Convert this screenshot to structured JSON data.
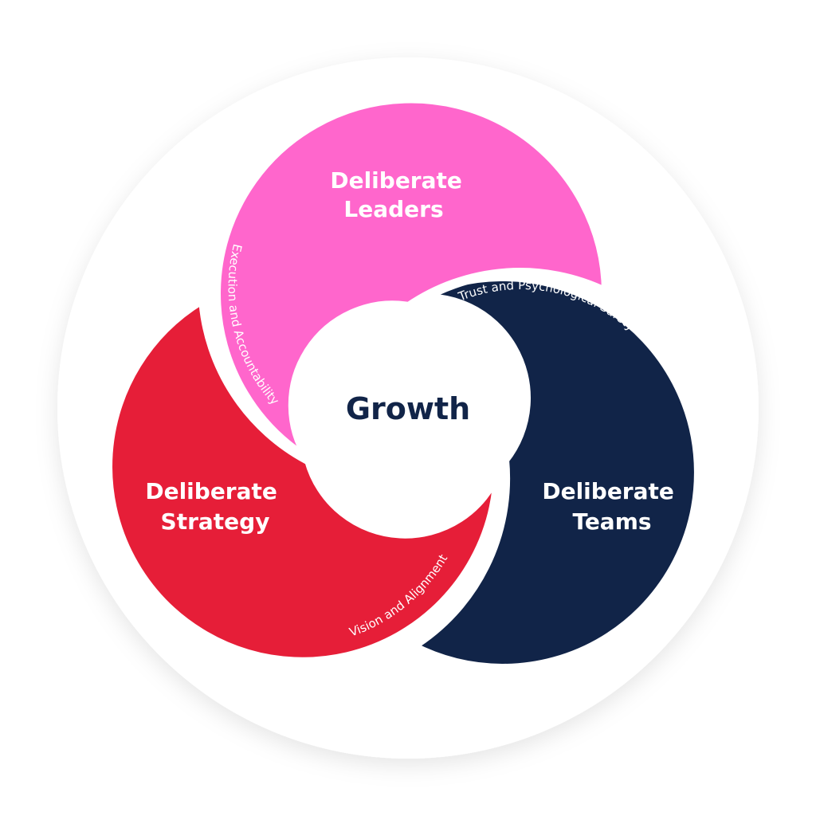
{
  "center": {
    "label": "Growth"
  },
  "segments": [
    {
      "id": "leaders",
      "line1": "Deliberate",
      "line2": "Leaders",
      "curve_label": "Execution and Accountability"
    },
    {
      "id": "teams",
      "line1": "Deliberate",
      "line2": "Teams",
      "curve_label": "Trust and  Psychological Safety"
    },
    {
      "id": "strategy",
      "line1": "Deliberate",
      "line2": "Strategy",
      "curve_label": "Vision and Alignment"
    }
  ],
  "colors": {
    "leaders": "#ff66cc",
    "teams": "#112448",
    "strategy": "#e61e38",
    "center_text": "#112448",
    "backdrop": "#ffffff",
    "shadow": "#dddddd"
  }
}
